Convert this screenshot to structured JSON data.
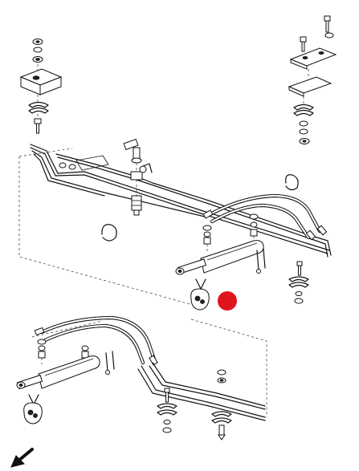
{
  "figure": {
    "background": "#ffffff",
    "line_color": "#111111",
    "marker_color": "#e0141c",
    "groups": [
      "mounting-hardware-left-top",
      "mounting-hardware-right-top",
      "steel-pipe-assembly-upper",
      "hydraulic-cylinder-upper",
      "hydraulic-cylinder-lower",
      "mounting-hardware-bottom"
    ],
    "direction_arrow": "front-left-arrow-icon",
    "highlight_marker": "red-dot-marker"
  }
}
